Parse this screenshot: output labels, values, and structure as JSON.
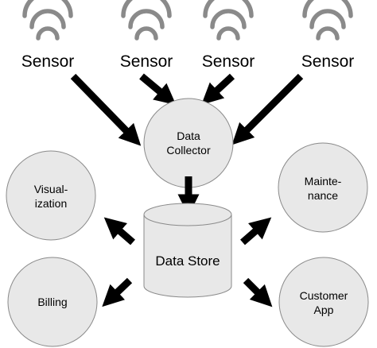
{
  "sensors": [
    {
      "label": "Sensor"
    },
    {
      "label": "Sensor"
    },
    {
      "label": "Sensor"
    },
    {
      "label": "Sensor"
    }
  ],
  "collector": {
    "line1": "Data",
    "line2": "Collector"
  },
  "store": {
    "label": "Data Store"
  },
  "consumers": {
    "visualization": {
      "line1": "Visual-",
      "line2": "ization"
    },
    "maintenance": {
      "line1": "Mainte-",
      "line2": "nance"
    },
    "billing": {
      "label": "Billing"
    },
    "customer_app": {
      "line1": "Customer",
      "line2": "App"
    }
  },
  "colors": {
    "node_fill": "#e8e8e8",
    "node_stroke": "#8a8a8a",
    "arrow": "#000000"
  }
}
